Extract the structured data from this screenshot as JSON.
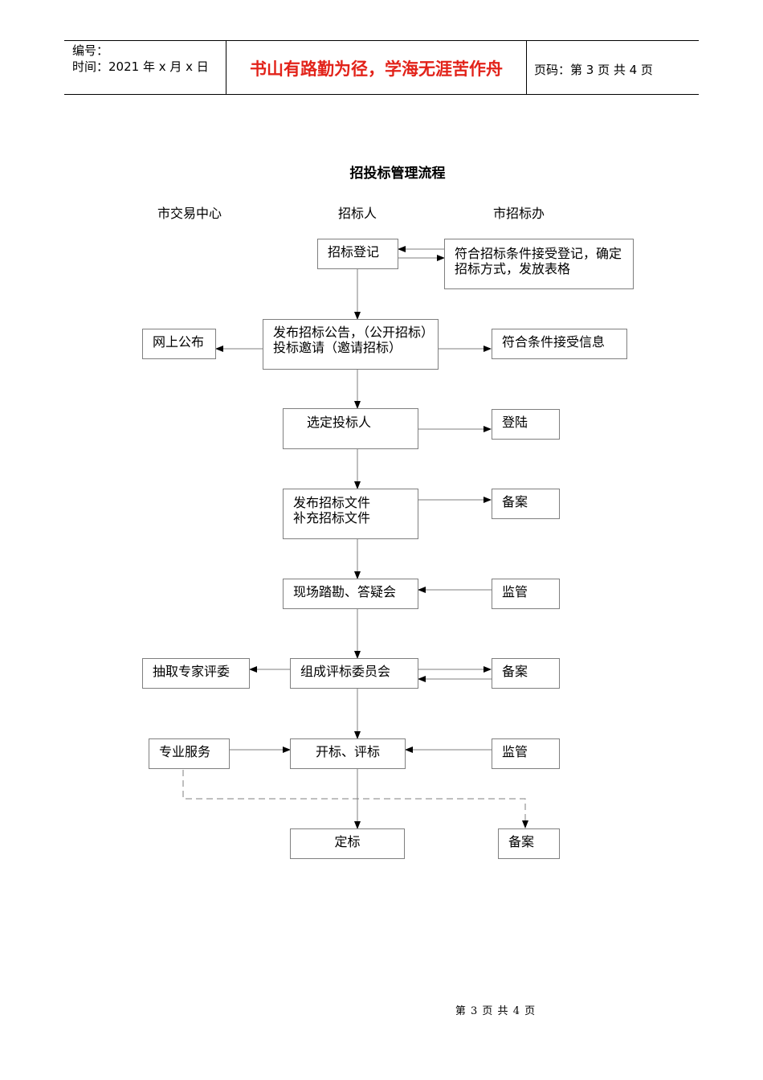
{
  "header": {
    "number_label": "编号：",
    "time_label": "时间：2021 年 x 月 x 日",
    "motto": "书山有路勤为径，学海无涯苦作舟",
    "page_label": "页码：第 3 页  共 4 页"
  },
  "flowchart": {
    "title": "招投标管理流程",
    "columns": [
      "市交易中心",
      "招标人",
      "市招标办"
    ],
    "nodes": {
      "register": "招标登记",
      "approve_register": "符合招标条件接受登记，确定招标方式，发放表格",
      "publish_notice": "发布招标公告，（公开招标）\n投标邀请（邀请招标）",
      "online_publish": "网上公布",
      "accept_info": "符合条件接受信息",
      "select_bidder": "选定投标人",
      "login": "登陆",
      "publish_docs": "发布招标文件\n补充招标文件",
      "filing_1": "备案",
      "site_visit": "现场踏勘、答疑会",
      "supervise_1": "监管",
      "draw_experts": "抽取专家评委",
      "form_committee": "组成评标委员会",
      "filing_2": "备案",
      "professional_service": "专业服务",
      "open_evaluate": "开标、评标",
      "supervise_2": "监管",
      "award": "定标",
      "filing_3": "备案"
    }
  },
  "footer": {
    "page_text": "第 3 页 共 4 页"
  }
}
